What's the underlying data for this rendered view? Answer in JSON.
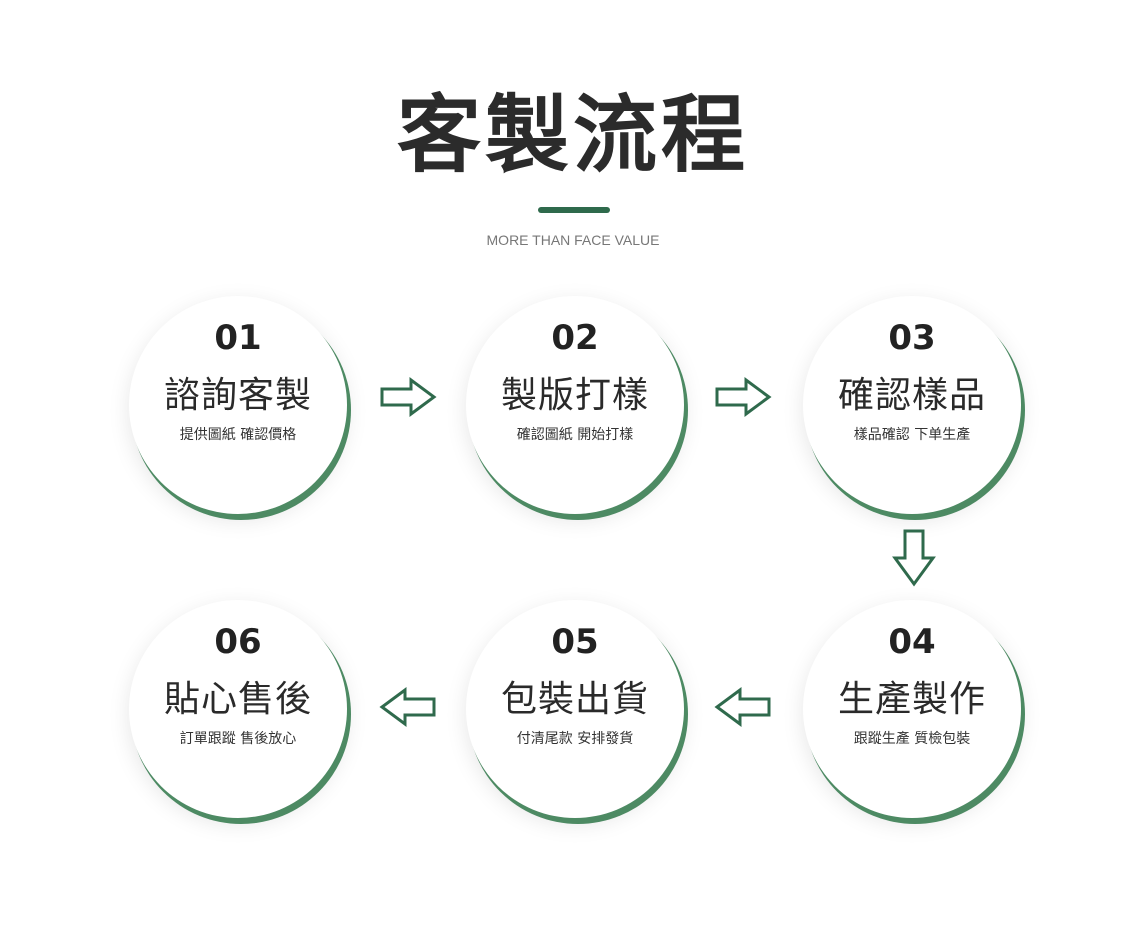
{
  "title": "客製流程",
  "subtitle": "MORE THAN FACE VALUE",
  "colors": {
    "accent": "#2f6a4c",
    "shadow": "#4d8a63"
  },
  "steps": [
    {
      "num": "01",
      "name": "諮詢客製",
      "desc": "提供圖紙 確認價格"
    },
    {
      "num": "02",
      "name": "製版打樣",
      "desc": "確認圖紙 開始打樣"
    },
    {
      "num": "03",
      "name": "確認樣品",
      "desc": "樣品確認 下单生產"
    },
    {
      "num": "04",
      "name": "生產製作",
      "desc": "跟蹤生產 質檢包裝"
    },
    {
      "num": "05",
      "name": "包裝出貨",
      "desc": "付清尾款 安排發貨"
    },
    {
      "num": "06",
      "name": "貼心售後",
      "desc": "訂單跟蹤 售後放心"
    }
  ],
  "arrows": [
    "arrow-right-icon",
    "arrow-right-icon",
    "arrow-down-icon",
    "arrow-left-icon",
    "arrow-left-icon"
  ]
}
